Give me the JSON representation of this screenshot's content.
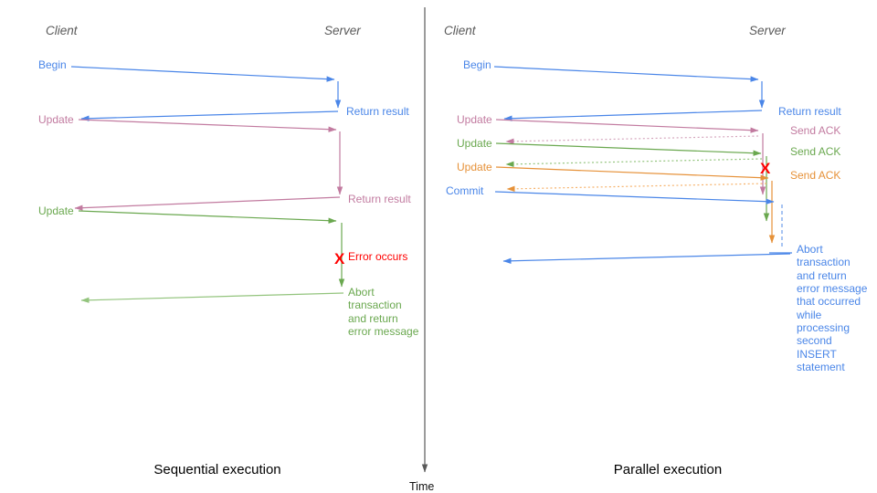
{
  "colors": {
    "blue": "#4a86e8",
    "light_blue": "#6d9eeb",
    "pink": "#c27ba0",
    "light_pink": "#d5a6bd",
    "green": "#6aa84f",
    "light_green": "#93c47d",
    "orange": "#e69138",
    "light_orange": "#f6b26b",
    "red": "#ff0000",
    "gray": "#595959"
  },
  "time_axis": {
    "label": "Time"
  },
  "sequential": {
    "caption": "Sequential execution",
    "client": "Client",
    "server": "Server",
    "begin": "Begin",
    "return_result_1": "Return result",
    "update_1": "Update",
    "return_result_2": "Return result",
    "update_2": "Update",
    "error_mark": "X",
    "error_label": "Error occurs",
    "abort_lines": [
      "Abort",
      "transaction",
      "and return",
      "error message"
    ]
  },
  "parallel": {
    "caption": "Parallel execution",
    "client": "Client",
    "server": "Server",
    "begin": "Begin",
    "return_result": "Return result",
    "update_1": "Update",
    "send_ack_1": "Send ACK",
    "update_2": "Update",
    "send_ack_2": "Send ACK",
    "update_3": "Update",
    "send_ack_3": "Send ACK",
    "commit": "Commit",
    "error_mark": "X",
    "abort_lines": [
      "Abort",
      "transaction",
      "and return",
      "error message",
      "that occurred",
      "while",
      "processing",
      "second",
      "INSERT",
      "statement"
    ]
  }
}
